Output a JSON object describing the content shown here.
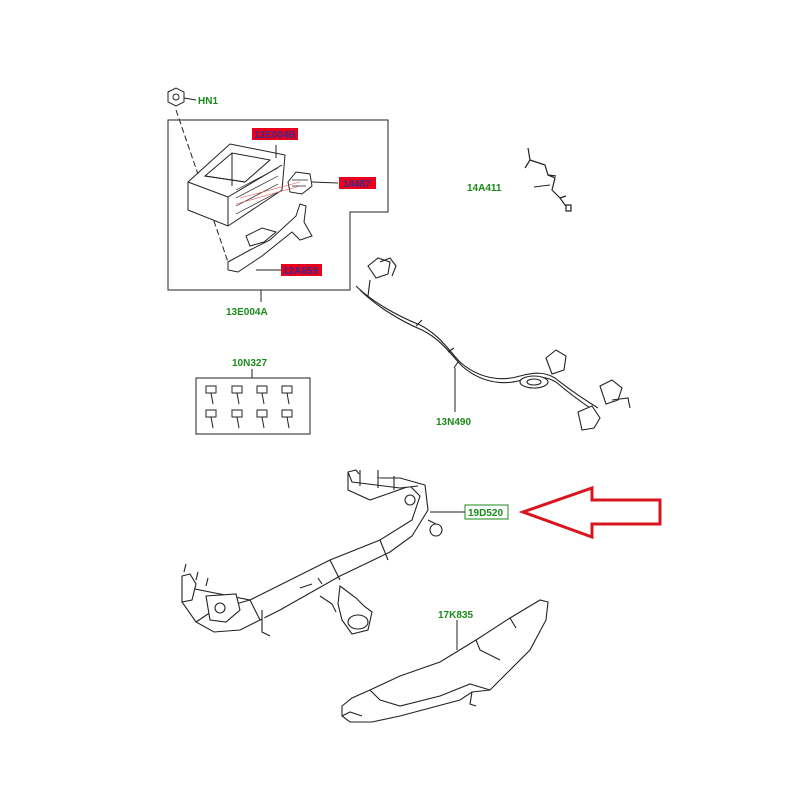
{
  "colors": {
    "label_green": "#1a8a1a",
    "highlight_red": "#e8001c",
    "arrow_red": "#d9141e",
    "line": "#222222",
    "background": "#ffffff"
  },
  "parts": {
    "hn1": "HN1",
    "p13e004b": "13E004B",
    "p14487": "14487",
    "p14a411": "14A411",
    "p12a659": "12A659",
    "p13e004a": "13E004A",
    "p10n327": "10N327",
    "p13n490": "13N490",
    "p19d520": "19D520",
    "p17k835": "17K835"
  },
  "highlighted_part": "19D520",
  "icons": {
    "arrow": "pointer-arrow-icon"
  }
}
